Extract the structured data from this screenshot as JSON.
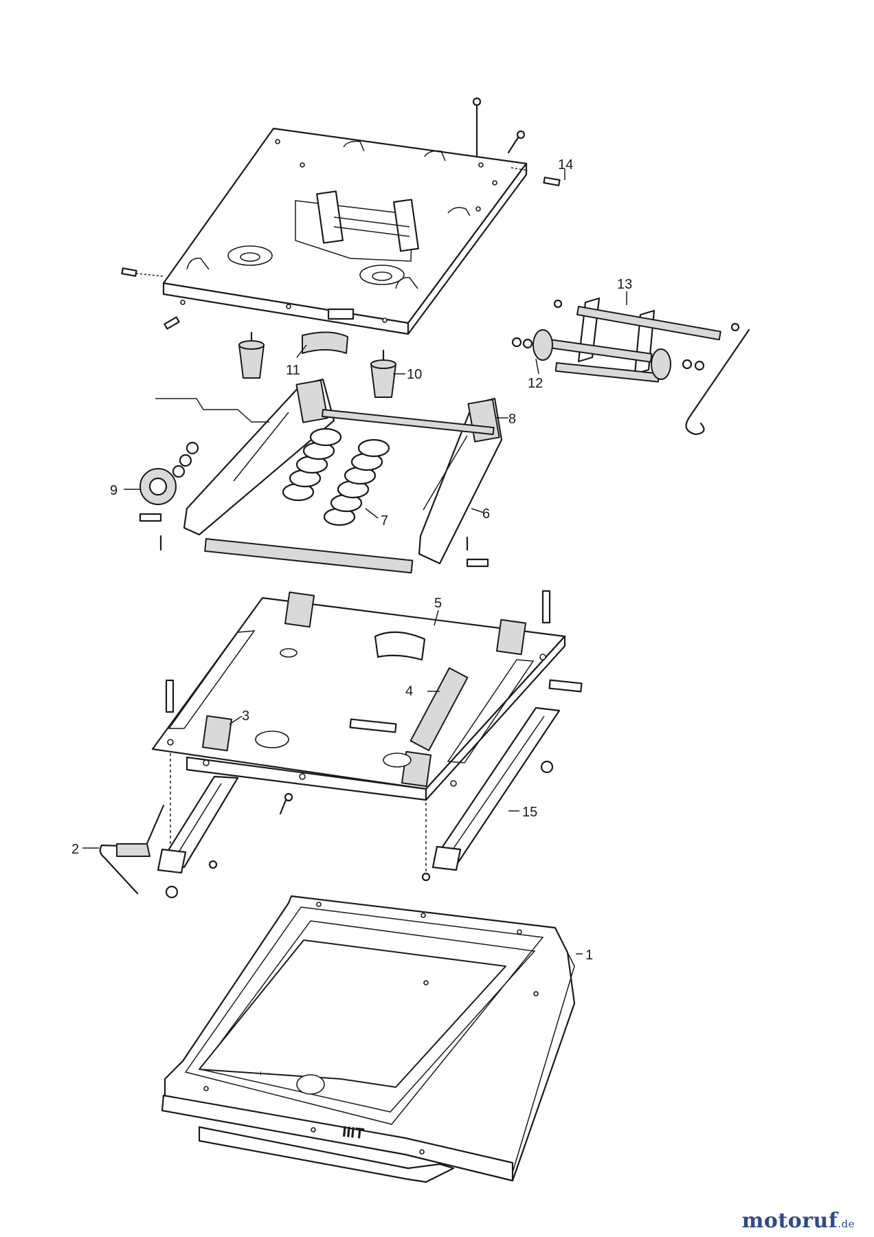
{
  "diagram": {
    "callouts": [
      {
        "id": "c1",
        "label": "1"
      },
      {
        "id": "c2",
        "label": "2"
      },
      {
        "id": "c3",
        "label": "3"
      },
      {
        "id": "c4",
        "label": "4"
      },
      {
        "id": "c5",
        "label": "5"
      },
      {
        "id": "c6",
        "label": "6"
      },
      {
        "id": "c7",
        "label": "7"
      },
      {
        "id": "c8",
        "label": "8"
      },
      {
        "id": "c9",
        "label": "9"
      },
      {
        "id": "c10",
        "label": "10"
      },
      {
        "id": "c11",
        "label": "11"
      },
      {
        "id": "c12",
        "label": "12"
      },
      {
        "id": "c13",
        "label": "13"
      },
      {
        "id": "c14",
        "label": "14"
      },
      {
        "id": "c15",
        "label": "15"
      }
    ],
    "engraving": {
      "plus_minus": "+ −",
      "brand_mark": "IIIT"
    }
  },
  "watermark": {
    "brand": "motoruf",
    "suffix": ".de",
    "color": "#2c4a8c"
  }
}
